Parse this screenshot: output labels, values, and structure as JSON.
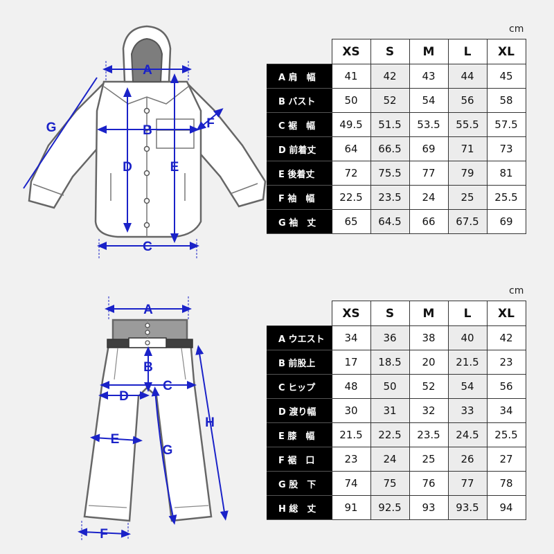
{
  "jacket": {
    "unit": "cm",
    "columns": [
      "XS",
      "S",
      "M",
      "L",
      "XL"
    ],
    "rows": [
      {
        "label": "A 肩　幅",
        "values": [
          "41",
          "42",
          "43",
          "44",
          "45"
        ]
      },
      {
        "label": "B バスト",
        "values": [
          "50",
          "52",
          "54",
          "56",
          "58"
        ]
      },
      {
        "label": "C 裾　幅",
        "values": [
          "49.5",
          "51.5",
          "53.5",
          "55.5",
          "57.5"
        ]
      },
      {
        "label": "D 前着丈",
        "values": [
          "64",
          "66.5",
          "69",
          "71",
          "73"
        ]
      },
      {
        "label": "E 後着丈",
        "values": [
          "72",
          "75.5",
          "77",
          "79",
          "81"
        ]
      },
      {
        "label": "F 袖　幅",
        "values": [
          "22.5",
          "23.5",
          "24",
          "25",
          "25.5"
        ]
      },
      {
        "label": "G 袖　丈",
        "values": [
          "65",
          "64.5",
          "66",
          "67.5",
          "69"
        ]
      }
    ],
    "diagram_letters": [
      "A",
      "B",
      "C",
      "D",
      "E",
      "F",
      "G"
    ]
  },
  "pants": {
    "unit": "cm",
    "columns": [
      "XS",
      "S",
      "M",
      "L",
      "XL"
    ],
    "rows": [
      {
        "label": "A ウエスト",
        "values": [
          "34",
          "36",
          "38",
          "40",
          "42"
        ]
      },
      {
        "label": "B 前股上",
        "values": [
          "17",
          "18.5",
          "20",
          "21.5",
          "23"
        ]
      },
      {
        "label": "C ヒップ",
        "values": [
          "48",
          "50",
          "52",
          "54",
          "56"
        ]
      },
      {
        "label": "D 渡り幅",
        "values": [
          "30",
          "31",
          "32",
          "33",
          "34"
        ]
      },
      {
        "label": "E 膝　幅",
        "values": [
          "21.5",
          "22.5",
          "23.5",
          "24.5",
          "25.5"
        ]
      },
      {
        "label": "F 裾　口",
        "values": [
          "23",
          "24",
          "25",
          "26",
          "27"
        ]
      },
      {
        "label": "G 股　下",
        "values": [
          "74",
          "75",
          "76",
          "77",
          "78"
        ]
      },
      {
        "label": "H 総　丈",
        "values": [
          "91",
          "92.5",
          "93",
          "93.5",
          "94"
        ]
      }
    ],
    "diagram_letters": [
      "A",
      "B",
      "C",
      "D",
      "E",
      "F",
      "G",
      "H"
    ]
  },
  "colors": {
    "measure": "#1a22c8",
    "garment_stroke": "#6a6a6a",
    "header_bg": "#000000",
    "alt_col": "#ececec"
  }
}
